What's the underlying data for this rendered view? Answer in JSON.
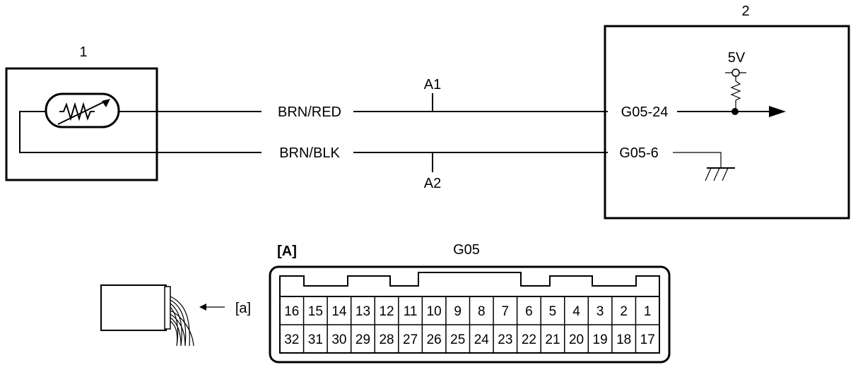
{
  "components": {
    "sensor": {
      "number": "1"
    },
    "ecm": {
      "number": "2",
      "supply_voltage": "5V"
    }
  },
  "wires": [
    {
      "color": "BRN/RED",
      "test_point": "A1",
      "terminal": "G05-24"
    },
    {
      "color": "BRN/BLK",
      "test_point": "A2",
      "terminal": "G05-6"
    }
  ],
  "connector_view": {
    "view_label": "[A]",
    "connector_id": "G05",
    "viewing_arrow_label": "[a]",
    "top_row_pins": [
      "16",
      "15",
      "14",
      "13",
      "12",
      "11",
      "10",
      "9",
      "8",
      "7",
      "6",
      "5",
      "4",
      "3",
      "2",
      "1"
    ],
    "bottom_row_pins": [
      "32",
      "31",
      "30",
      "29",
      "28",
      "27",
      "26",
      "25",
      "24",
      "23",
      "22",
      "21",
      "20",
      "19",
      "18",
      "17"
    ]
  }
}
